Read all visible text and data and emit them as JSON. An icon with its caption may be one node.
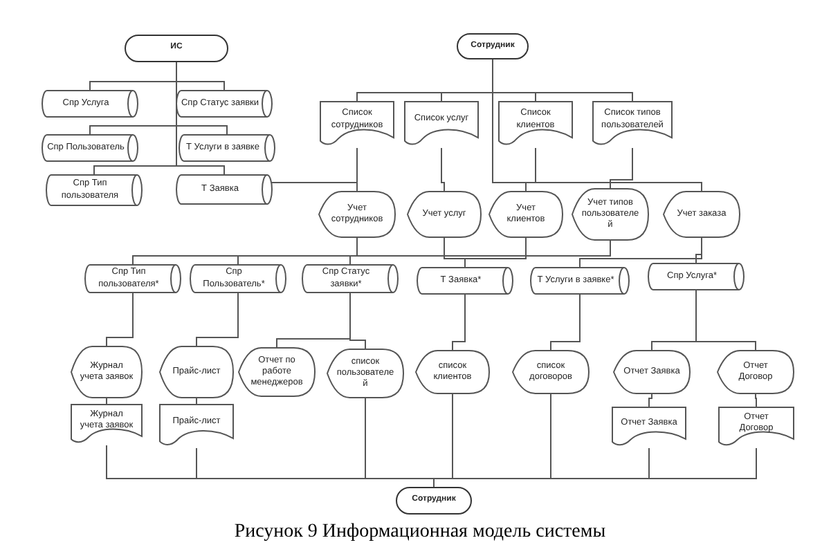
{
  "diagram": {
    "caption": "Рисунок 9 Информационная модель системы",
    "nodes": [
      {
        "text": [
          "ИС"
        ]
      },
      {
        "text": [
          "Сотрудник"
        ]
      },
      {
        "text": [
          "Спр Услуга"
        ]
      },
      {
        "text": [
          "Спр Статус заявки"
        ]
      },
      {
        "text": [
          "Спр Пользователь"
        ]
      },
      {
        "text": [
          "Т Услуги в заявке"
        ]
      },
      {
        "text": [
          "Спр Тип пользователя"
        ]
      },
      {
        "text": [
          "Т Заявка"
        ]
      },
      {
        "text": [
          "Список сотрудников"
        ]
      },
      {
        "text": [
          "Список услуг"
        ]
      },
      {
        "text": [
          "Список клиентов"
        ]
      },
      {
        "text": [
          "Список типов пользователей"
        ]
      },
      {
        "text": [
          "Учет сотрудников"
        ]
      },
      {
        "text": [
          "Учет услуг"
        ]
      },
      {
        "text": [
          "Учет клиентов"
        ]
      },
      {
        "text": [
          "Учет типов пользователей"
        ]
      },
      {
        "text": [
          "Учет заказа"
        ]
      },
      {
        "text": [
          "Спр Тип пользователя*"
        ]
      },
      {
        "text": [
          "Спр Пользователь*"
        ]
      },
      {
        "text": [
          "Спр Статус заявки*"
        ]
      },
      {
        "text": [
          "Т Заявка*"
        ]
      },
      {
        "text": [
          "Т Услуги в заявке*"
        ]
      },
      {
        "text": [
          "Спр Услуга*"
        ]
      },
      {
        "text": [
          "Журнал учета заявок"
        ]
      },
      {
        "text": [
          "Прайс-лист"
        ]
      },
      {
        "text": [
          "Отчет по работе менеджеров"
        ]
      },
      {
        "text": [
          "список пользователей"
        ]
      },
      {
        "text": [
          "список клиентов"
        ]
      },
      {
        "text": [
          "список договоров"
        ]
      },
      {
        "text": [
          "Отчет Заявка"
        ]
      },
      {
        "text": [
          "Отчет Договор"
        ]
      },
      {
        "text": [
          "Журнал учета заявок"
        ]
      },
      {
        "text": [
          "Прайс-лист"
        ]
      },
      {
        "text": [
          "Отчет Заявка"
        ]
      },
      {
        "text": [
          "Отчет Договор"
        ]
      },
      {
        "text": [
          "Сотрудник"
        ]
      }
    ],
    "edges": [
      {
        "from": 0,
        "to": 2,
        "arrow": "none"
      },
      {
        "from": 0,
        "to": 3,
        "arrow": "none"
      },
      {
        "from": 0,
        "to": 4,
        "arrow": "none"
      },
      {
        "from": 0,
        "to": 5,
        "arrow": "none"
      },
      {
        "from": 0,
        "to": 6,
        "arrow": "none"
      },
      {
        "from": 0,
        "to": 7,
        "arrow": "none"
      },
      {
        "from": 1,
        "to": 8,
        "arrow": "none"
      },
      {
        "from": 1,
        "to": 9,
        "arrow": "none"
      },
      {
        "from": 1,
        "to": 10,
        "arrow": "none"
      },
      {
        "from": 1,
        "to": 11,
        "arrow": "none"
      },
      {
        "from": 1,
        "to": 16,
        "arrow": "none"
      },
      {
        "from": 8,
        "to": 12,
        "arrow": "none"
      },
      {
        "from": 9,
        "to": 13,
        "arrow": "none"
      },
      {
        "from": 10,
        "to": 14,
        "arrow": "none"
      },
      {
        "from": 11,
        "to": 15,
        "arrow": "none"
      },
      {
        "from": 7,
        "to": 12,
        "arrow": "none"
      },
      {
        "from": 12,
        "to": 17,
        "arrow": "none"
      },
      {
        "from": 12,
        "to": 18,
        "arrow": "none"
      },
      {
        "from": 12,
        "to": 19,
        "arrow": "none"
      },
      {
        "from": 13,
        "to": 20,
        "arrow": "none"
      },
      {
        "from": 14,
        "to": 20,
        "arrow": "none"
      },
      {
        "from": 15,
        "to": 17,
        "arrow": "none"
      },
      {
        "from": 16,
        "to": 21,
        "arrow": "none"
      },
      {
        "from": 16,
        "to": 22,
        "arrow": "none"
      },
      {
        "from": 17,
        "to": 23,
        "arrow": "none"
      },
      {
        "from": 18,
        "to": 24,
        "arrow": "none"
      },
      {
        "from": 19,
        "to": 25,
        "arrow": "none"
      },
      {
        "from": 19,
        "to": 26,
        "arrow": "none"
      },
      {
        "from": 20,
        "to": 27,
        "arrow": "none"
      },
      {
        "from": 21,
        "to": 28,
        "arrow": "none"
      },
      {
        "from": 22,
        "to": 29,
        "arrow": "none"
      },
      {
        "from": 22,
        "to": 30,
        "arrow": "none"
      },
      {
        "from": 23,
        "to": 31,
        "arrow": "none"
      },
      {
        "from": 24,
        "to": 32,
        "arrow": "none"
      },
      {
        "from": 29,
        "to": 33,
        "arrow": "none"
      },
      {
        "from": 30,
        "to": 34,
        "arrow": "none"
      },
      {
        "from": 31,
        "to": 35,
        "arrow": "none"
      },
      {
        "from": 32,
        "to": 35,
        "arrow": "none"
      },
      {
        "from": 26,
        "to": 35,
        "arrow": "none"
      },
      {
        "from": 27,
        "to": 35,
        "arrow": "none"
      },
      {
        "from": 28,
        "to": 35,
        "arrow": "none"
      },
      {
        "from": 33,
        "to": 35,
        "arrow": "none"
      },
      {
        "from": 34,
        "to": 35,
        "arrow": "none"
      }
    ]
  }
}
